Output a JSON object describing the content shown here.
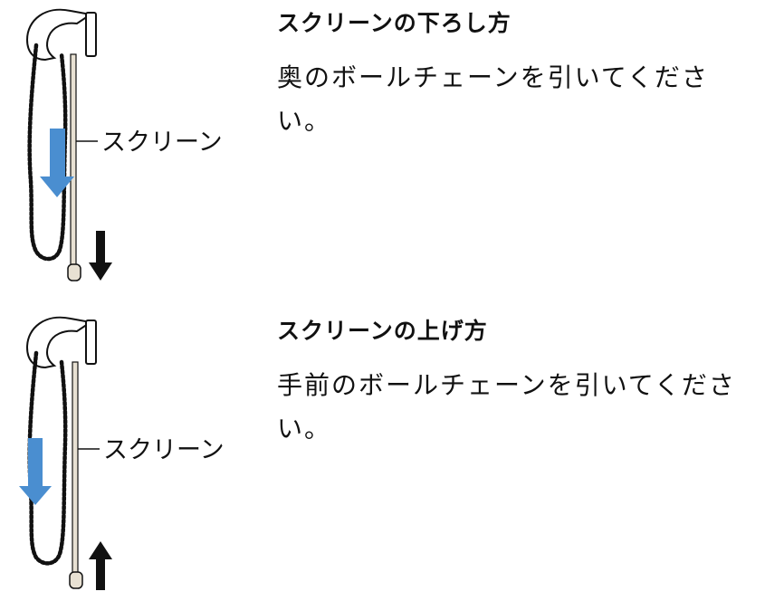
{
  "lower": {
    "title": "スクリーンの下ろし方",
    "instruction": "奥のボールチェーンを引いてください。",
    "screen_label": "スクリーン",
    "chain_pull": "back-chain",
    "screen_motion": "down"
  },
  "raise": {
    "title": "スクリーンの上げ方",
    "instruction": "手前のボールチェーンを引いてください。",
    "screen_label": "スクリーン",
    "chain_pull": "front-chain",
    "screen_motion": "up"
  },
  "colors": {
    "pull_arrow": "#4a8ed0",
    "motion_arrow": "#111111",
    "screen_rod": "#e8e1d3",
    "line": "#111111"
  },
  "icons": {
    "pull_arrow": "blue-down-arrow-icon",
    "lower_motion": "black-down-arrow-icon",
    "raise_motion": "black-up-arrow-icon"
  }
}
